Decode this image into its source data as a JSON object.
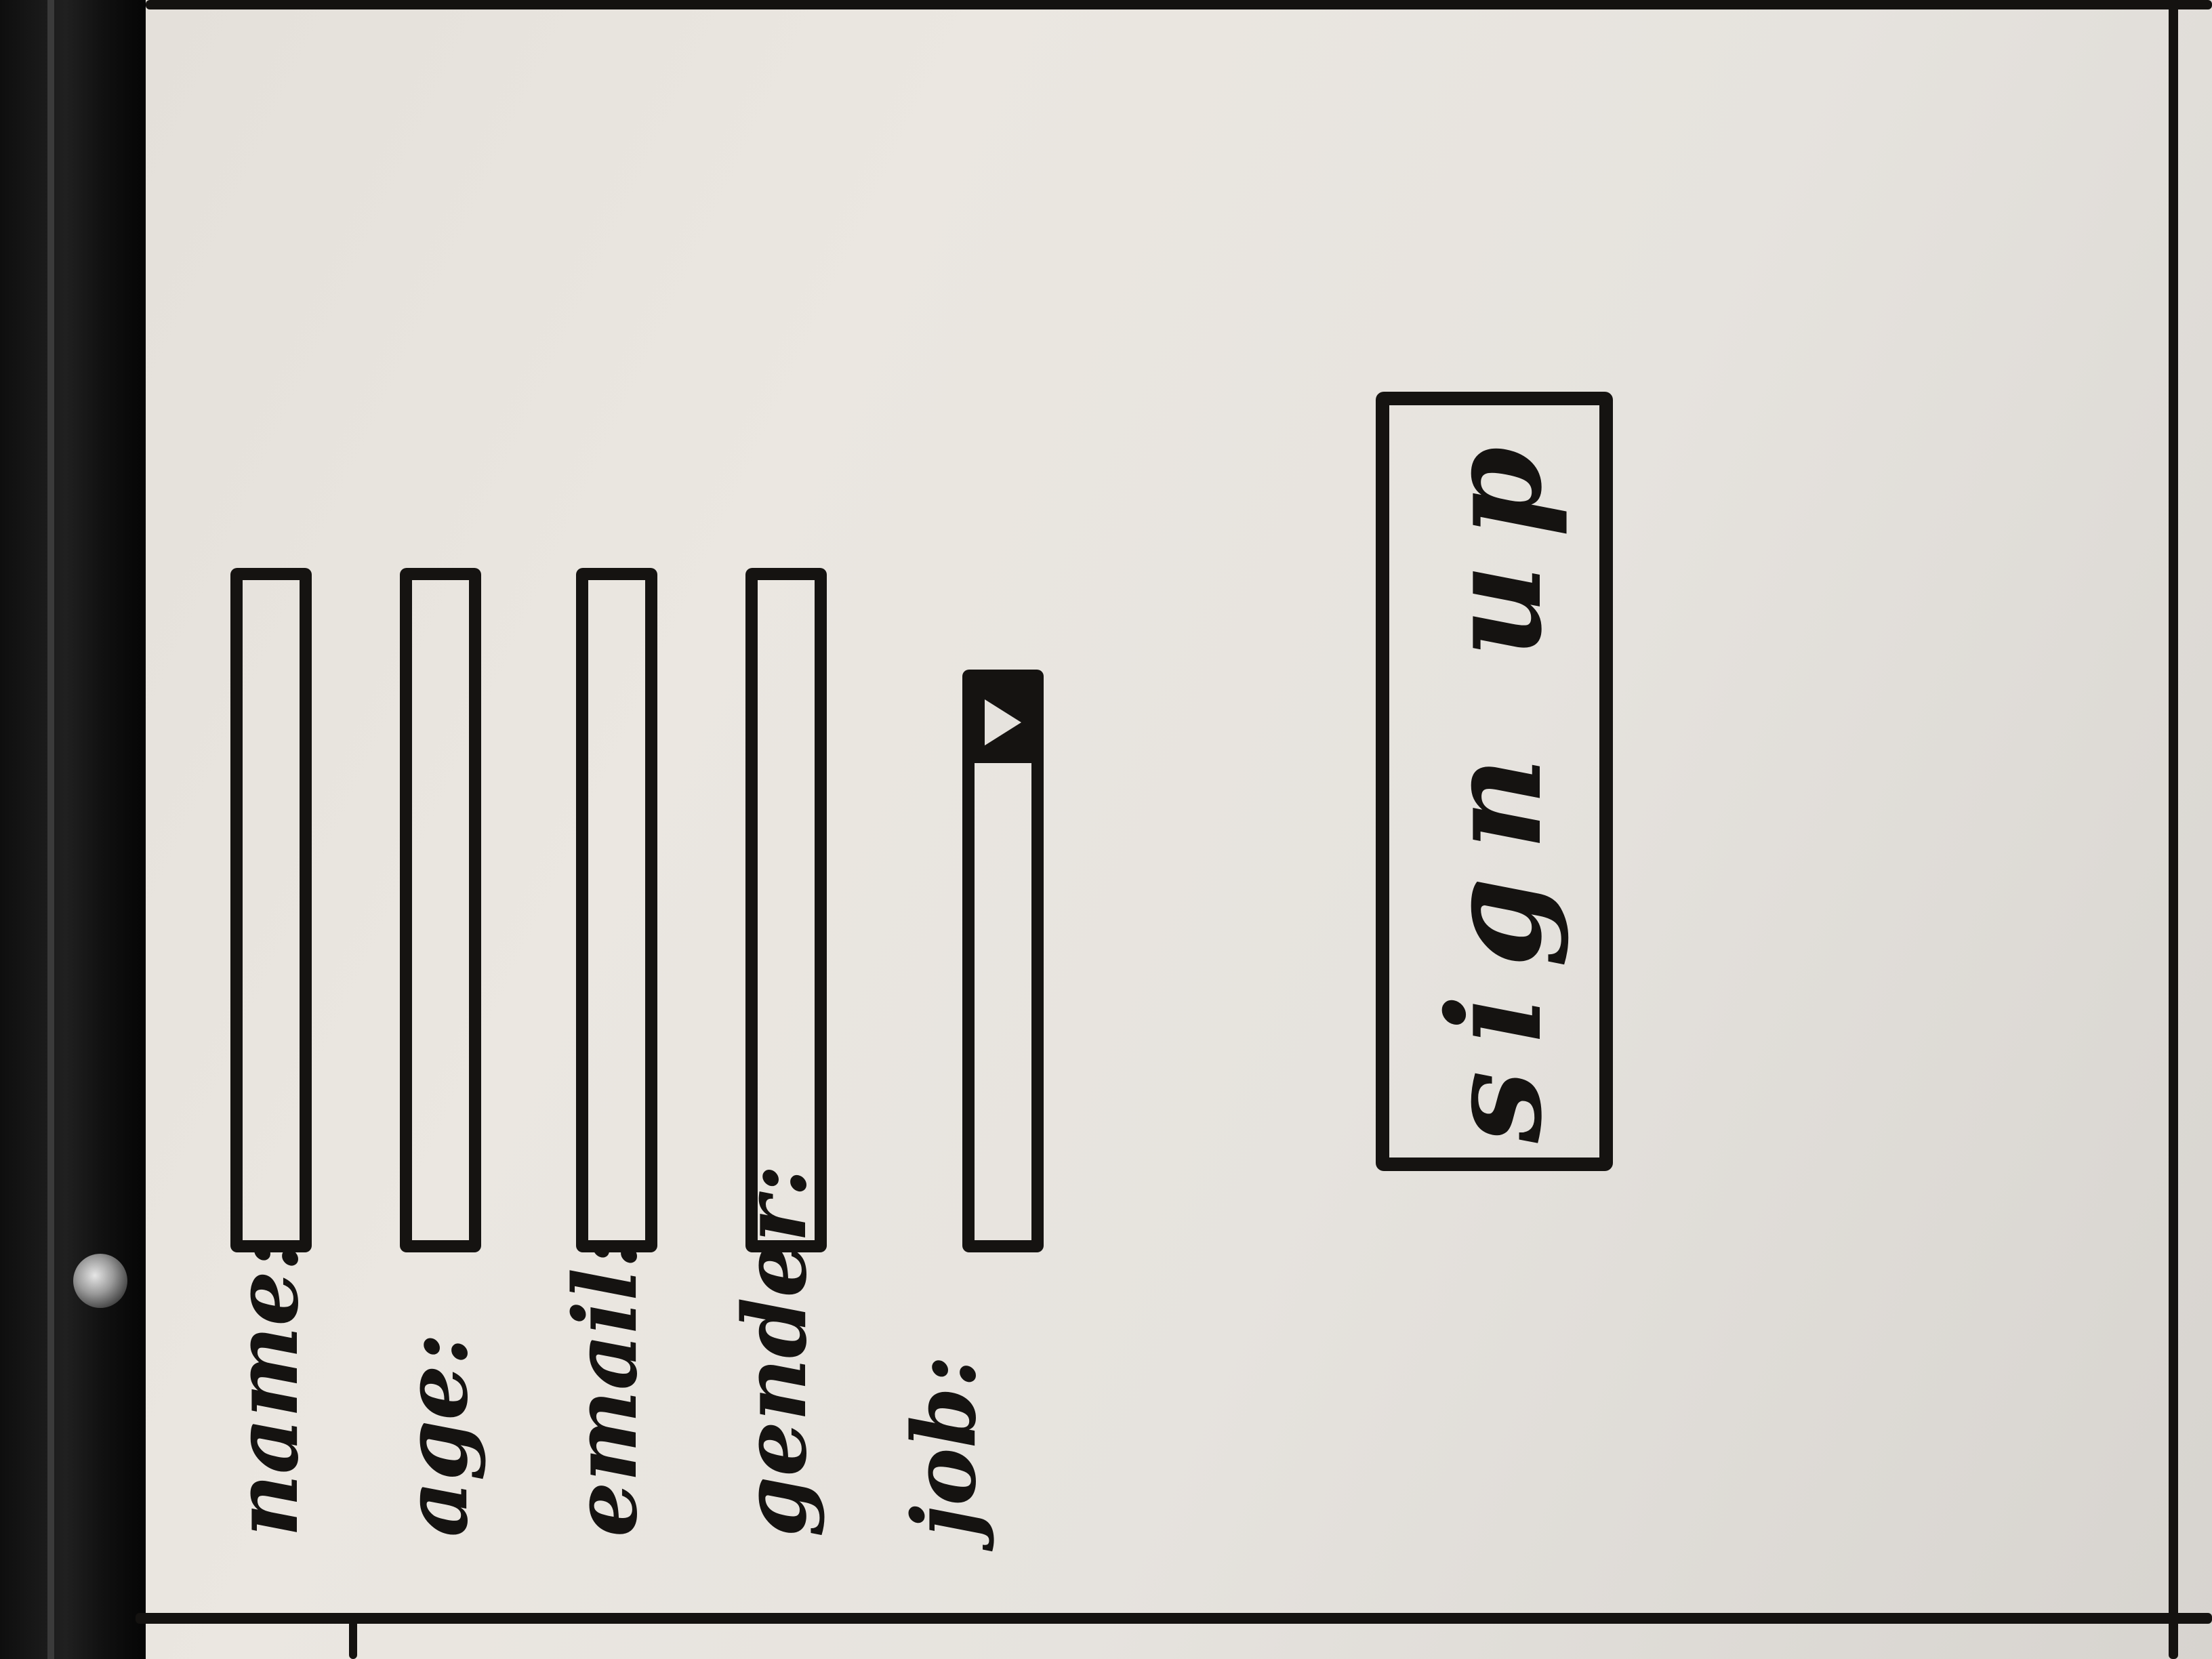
{
  "form": {
    "fields": [
      {
        "label": "name:"
      },
      {
        "label": "age:"
      },
      {
        "label": "email:"
      },
      {
        "label": "gender:"
      },
      {
        "label": "job:",
        "kind": "dropdown"
      }
    ],
    "submit_label": "sign up"
  },
  "icons": {
    "dropdown": "triangle-down-icon"
  },
  "colors": {
    "marker": "#151311",
    "board": "#e6e3de",
    "frame": "#141414"
  }
}
